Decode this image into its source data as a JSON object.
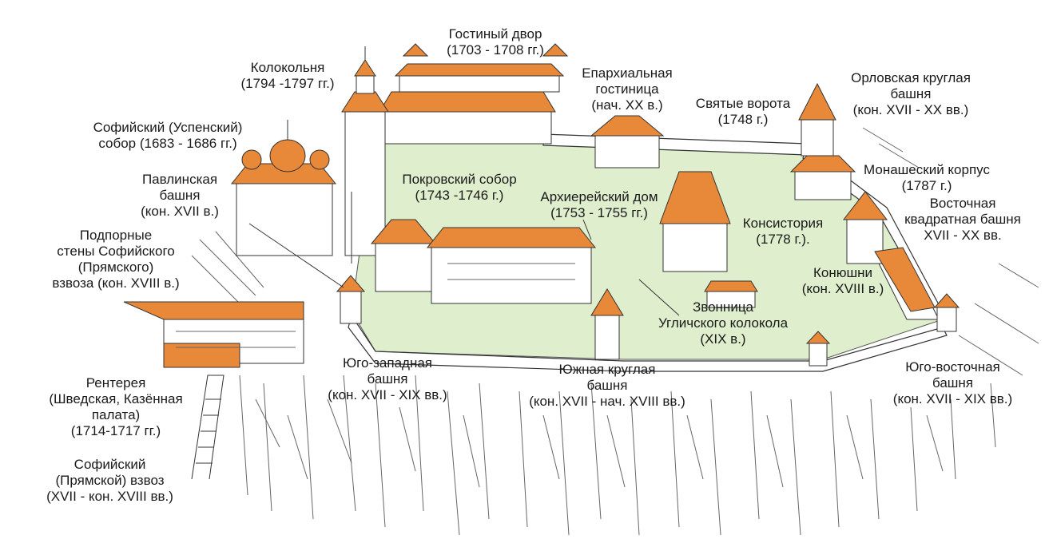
{
  "colors": {
    "roof": "#e8893a",
    "roof_shade": "#c96e22",
    "wall": "#ffffff",
    "ground": "#dfeecd",
    "ink": "#1a1a1a"
  },
  "labels": {
    "gostiny": {
      "l1": "Гостиный двор",
      "l2": "(1703 - 1708 гг.)"
    },
    "kolokol": {
      "l1": "Колокольня",
      "l2": "(1794 -1797 гг.)"
    },
    "eparh": {
      "l1": "Епархиальная",
      "l2": "гостиница",
      "l3": "(нач. XX в.)"
    },
    "orlov": {
      "l1": "Орловская круглая",
      "l2": "башня",
      "l3": "(кон. XVII - XX вв.)"
    },
    "sofiysky": {
      "l1": "Софийский (Успенский)",
      "l2": "собор (1683 - 1686 гг.)"
    },
    "svyatye": {
      "l1": "Святые ворота",
      "l2": "(1748 г.)"
    },
    "pavlin": {
      "l1": "Павлинская",
      "l2": "башня",
      "l3": "(кон. XVII в.)"
    },
    "pokrov": {
      "l1": "Покровский собор",
      "l2": "(1743 -1746 г.)"
    },
    "arhierey": {
      "l1": "Архиерейский дом",
      "l2": "(1753 - 1755 гг.)"
    },
    "monash": {
      "l1": "Монашеский корпус",
      "l2": "(1787 г.)"
    },
    "vostoch": {
      "l1": "Восточная",
      "l2": "квадратная башня",
      "l3": "XVII - XX вв."
    },
    "konsist": {
      "l1": "Консистория",
      "l2": "(1778 г.)."
    },
    "podporn": {
      "l1": "Подпорные",
      "l2": "стены Софийского",
      "l3": "(Прямского)",
      "l4": "взвоза (кон. XVIII в.)"
    },
    "konyushni": {
      "l1": "Конюшни",
      "l2": "(кон. XVIII в.)"
    },
    "zvonnica": {
      "l1": "Звонница",
      "l2": "Угличского колокола",
      "l3": "(XIX в.)"
    },
    "yugozap": {
      "l1": "Юго-западная",
      "l2": "башня",
      "l3": "(кон. XVII - XIX вв.)"
    },
    "yuzhnaya": {
      "l1": "Южная круглая",
      "l2": "башня",
      "l3": "(кон. XVII - нач. XVIII вв.)"
    },
    "yugovost": {
      "l1": "Юго-восточная",
      "l2": "башня",
      "l3": "(кон. XVII - XIX вв.)"
    },
    "renterea": {
      "l1": "Рентерея",
      "l2": "(Шведская, Казённая",
      "l3": "палата)",
      "l4": "(1714-1717 гг.)"
    },
    "vzvoz": {
      "l1": "Софийский",
      "l2": "(Прямской) взвоз",
      "l3": "(XVII - кон. XVIII вв.)"
    }
  }
}
